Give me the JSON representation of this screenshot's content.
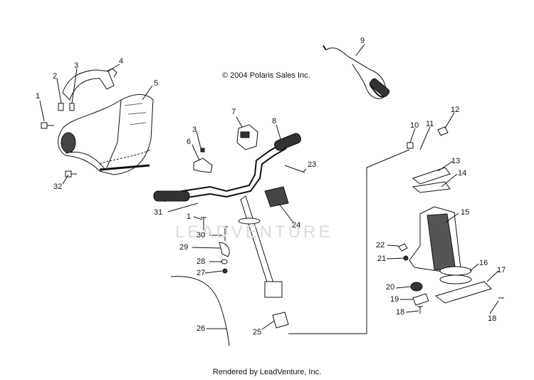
{
  "copyright": "© 2004 Polaris Sales Inc.",
  "footer": "Rendered by LeadVenture, Inc.",
  "watermark": "LEADVENTURE",
  "callouts": [
    "1",
    "2",
    "3",
    "4",
    "5",
    "32",
    "7",
    "8",
    "3",
    "6",
    "23",
    "31",
    "1",
    "30",
    "29",
    "28",
    "27",
    "26",
    "24",
    "25",
    "9",
    "10",
    "11",
    "12",
    "13",
    "14",
    "15",
    "22",
    "21",
    "16",
    "17",
    "20",
    "19",
    "18",
    "18"
  ]
}
